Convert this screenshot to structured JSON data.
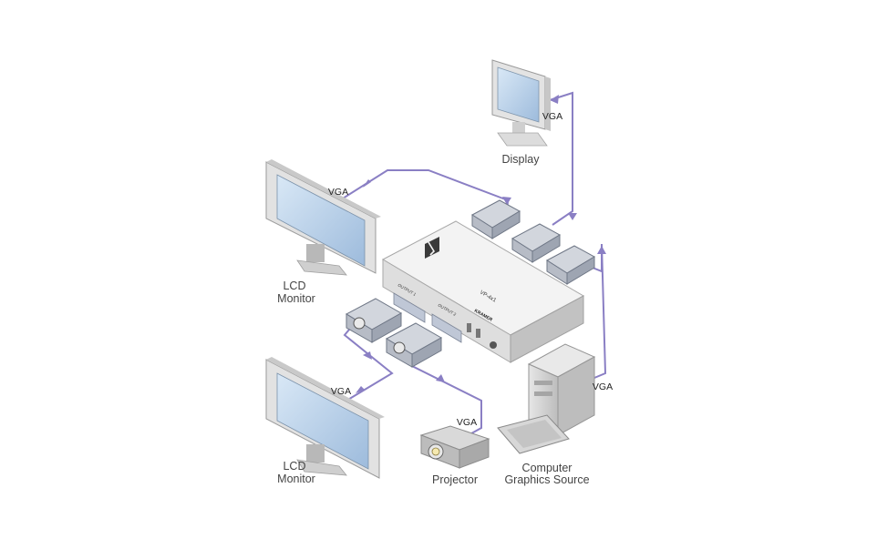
{
  "labels": {
    "vga": "VGA",
    "display": "Display",
    "lcd_monitor_line1": "LCD",
    "lcd_monitor_line2": "Monitor",
    "projector": "Projector",
    "computer_line1": "Computer",
    "computer_line2": "Graphics Source"
  },
  "device": {
    "brand": "KRAMER",
    "model": "VP-4x1",
    "port_output_1": "OUTPUT 1",
    "port_output_2": "OUTPUT 2"
  },
  "colors": {
    "cable": "#8a7fc4",
    "screen": "#b9d3ec",
    "chassis_light": "#f2f2f2",
    "chassis_mid": "#d8d8d8",
    "chassis_dark": "#b4b4b4"
  }
}
